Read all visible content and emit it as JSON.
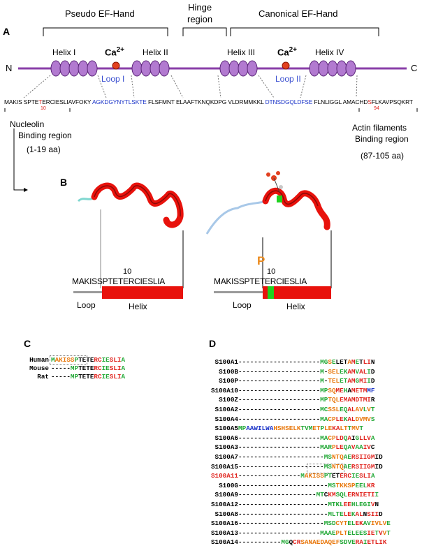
{
  "panelA": {
    "letter": "A",
    "headers": {
      "pseudo": "Pseudo EF-Hand",
      "hinge_line1": "Hinge",
      "hinge_line2": "region",
      "canonical": "Canonical EF-Hand"
    },
    "termini": {
      "n": "N",
      "c": "C"
    },
    "helices": [
      "Helix I",
      "Helix II",
      "Helix III",
      "Helix IV"
    ],
    "calcium": {
      "label": "Ca",
      "charge": "2+"
    },
    "loops": [
      "Loop I",
      "Loop II"
    ],
    "sequence": {
      "s1": "MAKIS SPTE",
      "s1_t": "T",
      "s1_rest": "ERCIESLIAVFOKY",
      "loop1": "AGKDGYNYTLSKTE",
      "s2": "FLSFMNT ELAAFTKNQKDPG VLDRMMKKL",
      "loop2": "DTNSDGQLDFSE",
      "s3": "FLNLIGGL AMACHD",
      "s3_s": "S",
      "s3_rest": "FLKAVPSQKRT",
      "pos10": "10",
      "pos94": "94"
    },
    "regions": {
      "left": [
        "Nucleolin",
        "Binding region",
        "(1-19 aa)"
      ],
      "right": [
        "Actin filaments",
        "Binding region",
        "(87-105 aa)"
      ]
    }
  },
  "panelB": {
    "letter": "B",
    "left": {
      "pos": "10",
      "seq": "MAKISSPTETERCIESLIA",
      "loop": "Loop",
      "helix": "Helix"
    },
    "right": {
      "p": "P",
      "pos": "10",
      "seq_pre": "MAKISSPTE",
      "seq_t": "T",
      "seq_post": "ERCIESLIA",
      "loop": "Loop",
      "helix": "Helix"
    },
    "colors": {
      "helix": "#e8120c",
      "loop": "#9a9a9a",
      "phospho": "#1fd21f",
      "p_label": "#ec8a1c"
    }
  },
  "panelC": {
    "letter": "C",
    "rows": [
      {
        "name": "Human",
        "prefix": "",
        "spans": [
          [
            "M",
            "g"
          ],
          [
            "AKISS",
            "o"
          ],
          [
            "P",
            "g"
          ],
          [
            "TETE",
            "k"
          ],
          [
            "RC",
            "r"
          ],
          [
            "IE",
            "g"
          ],
          [
            "SLI",
            "r"
          ],
          [
            "A",
            "g"
          ]
        ]
      },
      {
        "name": "Mouse",
        "prefix": "-----",
        "spans": [
          [
            "M",
            "g"
          ],
          [
            "P",
            "g"
          ],
          [
            "TETE",
            "k"
          ],
          [
            "RC",
            "r"
          ],
          [
            "IE",
            "g"
          ],
          [
            "SLI",
            "r"
          ],
          [
            "A",
            "g"
          ]
        ]
      },
      {
        "name": "Rat",
        "prefix": "-----",
        "spans": [
          [
            "M",
            "g"
          ],
          [
            "P",
            "g"
          ],
          [
            "TETE",
            "k"
          ],
          [
            "RC",
            "r"
          ],
          [
            "IE",
            "g"
          ],
          [
            "SLI",
            "r"
          ],
          [
            "A",
            "g"
          ]
        ]
      }
    ]
  },
  "panelD": {
    "letter": "D",
    "rows": [
      {
        "name": "S100A1",
        "dashes": 21,
        "seq": "MGSELETAMETLIN",
        "cols": "ggogkkkorgkrrk",
        "nameColor": "k"
      },
      {
        "name": "S100B",
        "dashes": 21,
        "seq": "M-SELEKAMVALID",
        "cols": "g-oooggrrgrrgk",
        "nameColor": "k"
      },
      {
        "name": "S100P",
        "dashes": 21,
        "seq": "M-TELETAMGMIID",
        "cols": "g-oooggrrgrrgk",
        "nameColor": "k"
      },
      {
        "name": "S100A10",
        "dashes": 21,
        "seq": "MPSQMEHAMETMMF",
        "cols": "ggoorrgkrrrrbb",
        "nameColor": "k"
      },
      {
        "name": "S100Z",
        "dashes": 21,
        "seq": "MPTQLEMAMDTMIR",
        "cols": "ggooorrrrrrrrk",
        "nameColor": "k"
      },
      {
        "name": "S100A2",
        "dashes": 21,
        "seq": "MCSSLEQALAVLVT",
        "cols": "ggoooggrroogog",
        "nameColor": "k"
      },
      {
        "name": "S100A4",
        "dashes": 21,
        "seq": "MACPLEKALDVMVS",
        "cols": "ggoorrgrroooog",
        "nameColor": "k"
      },
      {
        "name": "S100A5",
        "dashes": 0,
        "seq": "MPAAWILWAHSHSELKTVMETPLEKALTTMVT",
        "cols": "ggbbbbbbbooooooogggoogoorroogoog",
        "nameColor": "k"
      },
      {
        "name": "S100A6",
        "dashes": 21,
        "seq": "MACPLDQAIGLLVA",
        "cols": "ggoorrgrkgrrrg",
        "nameColor": "k"
      },
      {
        "name": "S100A3",
        "dashes": 21,
        "seq": "MARPLEQAVAAIVC",
        "cols": "gggorrggrggrrk",
        "nameColor": "k"
      },
      {
        "name": "S100A7",
        "dashes": 22,
        "seq": "MSNTQAERSIIGMID",
        "cols": "ggoooggrrrrrrk",
        "nameColor": "k"
      },
      {
        "name": "S100A15",
        "dashes": 22,
        "seq": "MSNTQAERSIIGMID",
        "cols": "ggoooggrrrrrrk",
        "nameColor": "k"
      },
      {
        "name": "S100A11",
        "dashes": 16,
        "seq": "MAKISSPTETERCIESLIA",
        "cols": "goooooggkkrrrggrrrg",
        "nameColor": "r"
      },
      {
        "name": "S100G",
        "dashes": 23,
        "seq": "MSTKKSPEELKR",
        "cols": "ggooooogggrr",
        "nameColor": "k"
      },
      {
        "name": "S100A9",
        "dashes": 20,
        "seq": "MTCKMSQLERNIETII",
        "cols": "ggkrrgggrrrrrrrg",
        "nameColor": "k"
      },
      {
        "name": "S100A12",
        "dashes": 23,
        "seq": "MTKLEEHLEGIVN",
        "cols": "ggggrrgggggrk",
        "nameColor": "k"
      },
      {
        "name": "S100A8",
        "dashes": 23,
        "seq": "MLTELEKALNSIID",
        "cols": "ggggrrgrrkrrrk",
        "nameColor": "k"
      },
      {
        "name": "S100A16",
        "dashes": 22,
        "seq": "MSDCYTELEKAVIVLVE",
        "cols": "gggoooggrrggoooog",
        "nameColor": "k"
      },
      {
        "name": "S100A13",
        "dashes": 21,
        "seq": "MAAEPLTELEESIETVVT",
        "cols": "ggggooogggggrrgrog",
        "nameColor": "k"
      },
      {
        "name": "S100A14",
        "dashes": 11,
        "seq": "MGQCRSANAEDAQEFSDVERAIETLIK",
        "cols": "ggkrrooooooooooggggrrgrrrrr",
        "nameColor": "k"
      }
    ]
  }
}
